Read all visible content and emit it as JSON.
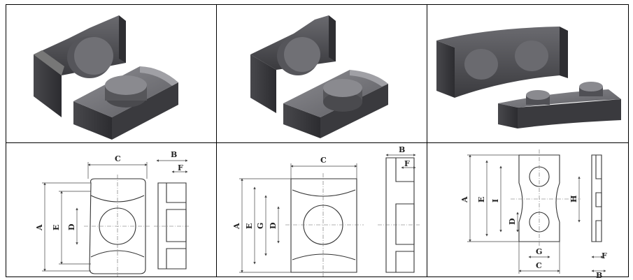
{
  "cells": [
    {
      "id": "photo-1",
      "kind": "core-render",
      "variant": "double-slot"
    },
    {
      "id": "photo-2",
      "kind": "core-render",
      "variant": "single-slot"
    },
    {
      "id": "photo-3",
      "kind": "core-render",
      "variant": "twin-post"
    },
    {
      "id": "drawing-1",
      "kind": "dimension-drawing",
      "labels": [
        "C",
        "B",
        "F",
        "A",
        "E",
        "D"
      ]
    },
    {
      "id": "drawing-2",
      "kind": "dimension-drawing",
      "labels": [
        "C",
        "B",
        "F",
        "A",
        "E",
        "G",
        "D"
      ]
    },
    {
      "id": "drawing-3",
      "kind": "dimension-drawing",
      "labels": [
        "A",
        "E",
        "I",
        "H",
        "D",
        "G",
        "C",
        "F",
        "B"
      ]
    }
  ],
  "colors": {
    "core_dark": "#3c3c40",
    "core_mid": "#5a5a5e",
    "core_light": "#858589",
    "line": "#333333"
  }
}
